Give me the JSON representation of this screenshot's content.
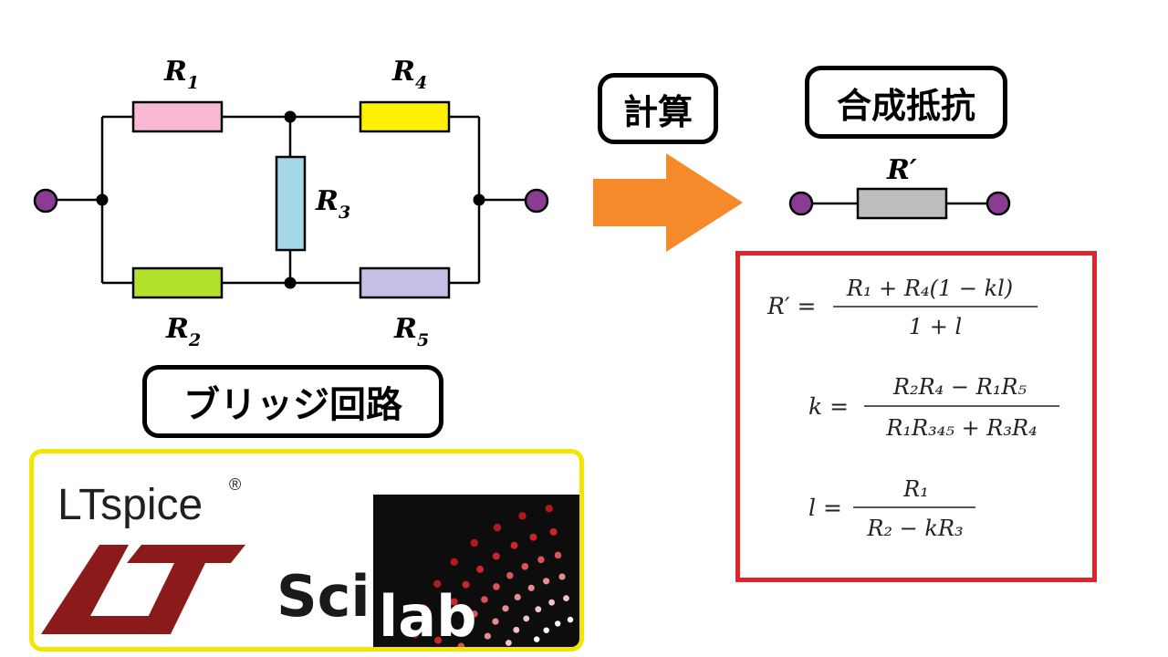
{
  "circuit": {
    "resistors": [
      {
        "label": "R",
        "sub": "1",
        "color": "#f9b8d3"
      },
      {
        "label": "R",
        "sub": "2",
        "color": "#b3e02a"
      },
      {
        "label": "R",
        "sub": "3",
        "color": "#a6d7e8"
      },
      {
        "label": "R",
        "sub": "4",
        "color": "#fff100"
      },
      {
        "label": "R",
        "sub": "5",
        "color": "#c7c0e6"
      }
    ],
    "terminal_color": "#8a3c92",
    "caption": "ブリッジ回路"
  },
  "arrow": {
    "label": "計算",
    "color": "#f58a2a"
  },
  "equivalent": {
    "caption": "合成抵抗",
    "label": "R′",
    "color": "#bdbdbd"
  },
  "formulas": {
    "border_color": "#e0242b",
    "f1": {
      "lhs": "R′ =",
      "num": "R₁ + R₄(1 − kl)",
      "den": "1 + l"
    },
    "f2": {
      "lhs": "k =",
      "num": "R₂R₄ − R₁R₅",
      "den": "R₁R₃₄₅ + R₃R₄"
    },
    "f3": {
      "lhs": "l =",
      "num": "R₁",
      "den": "R₂ − kR₃"
    }
  },
  "logos": {
    "ltspice": {
      "text": "LTspice",
      "reg": "®",
      "color": "#8b1a1a"
    },
    "scilab": {
      "text_sci": "Sci",
      "text_lab": "lab"
    }
  }
}
